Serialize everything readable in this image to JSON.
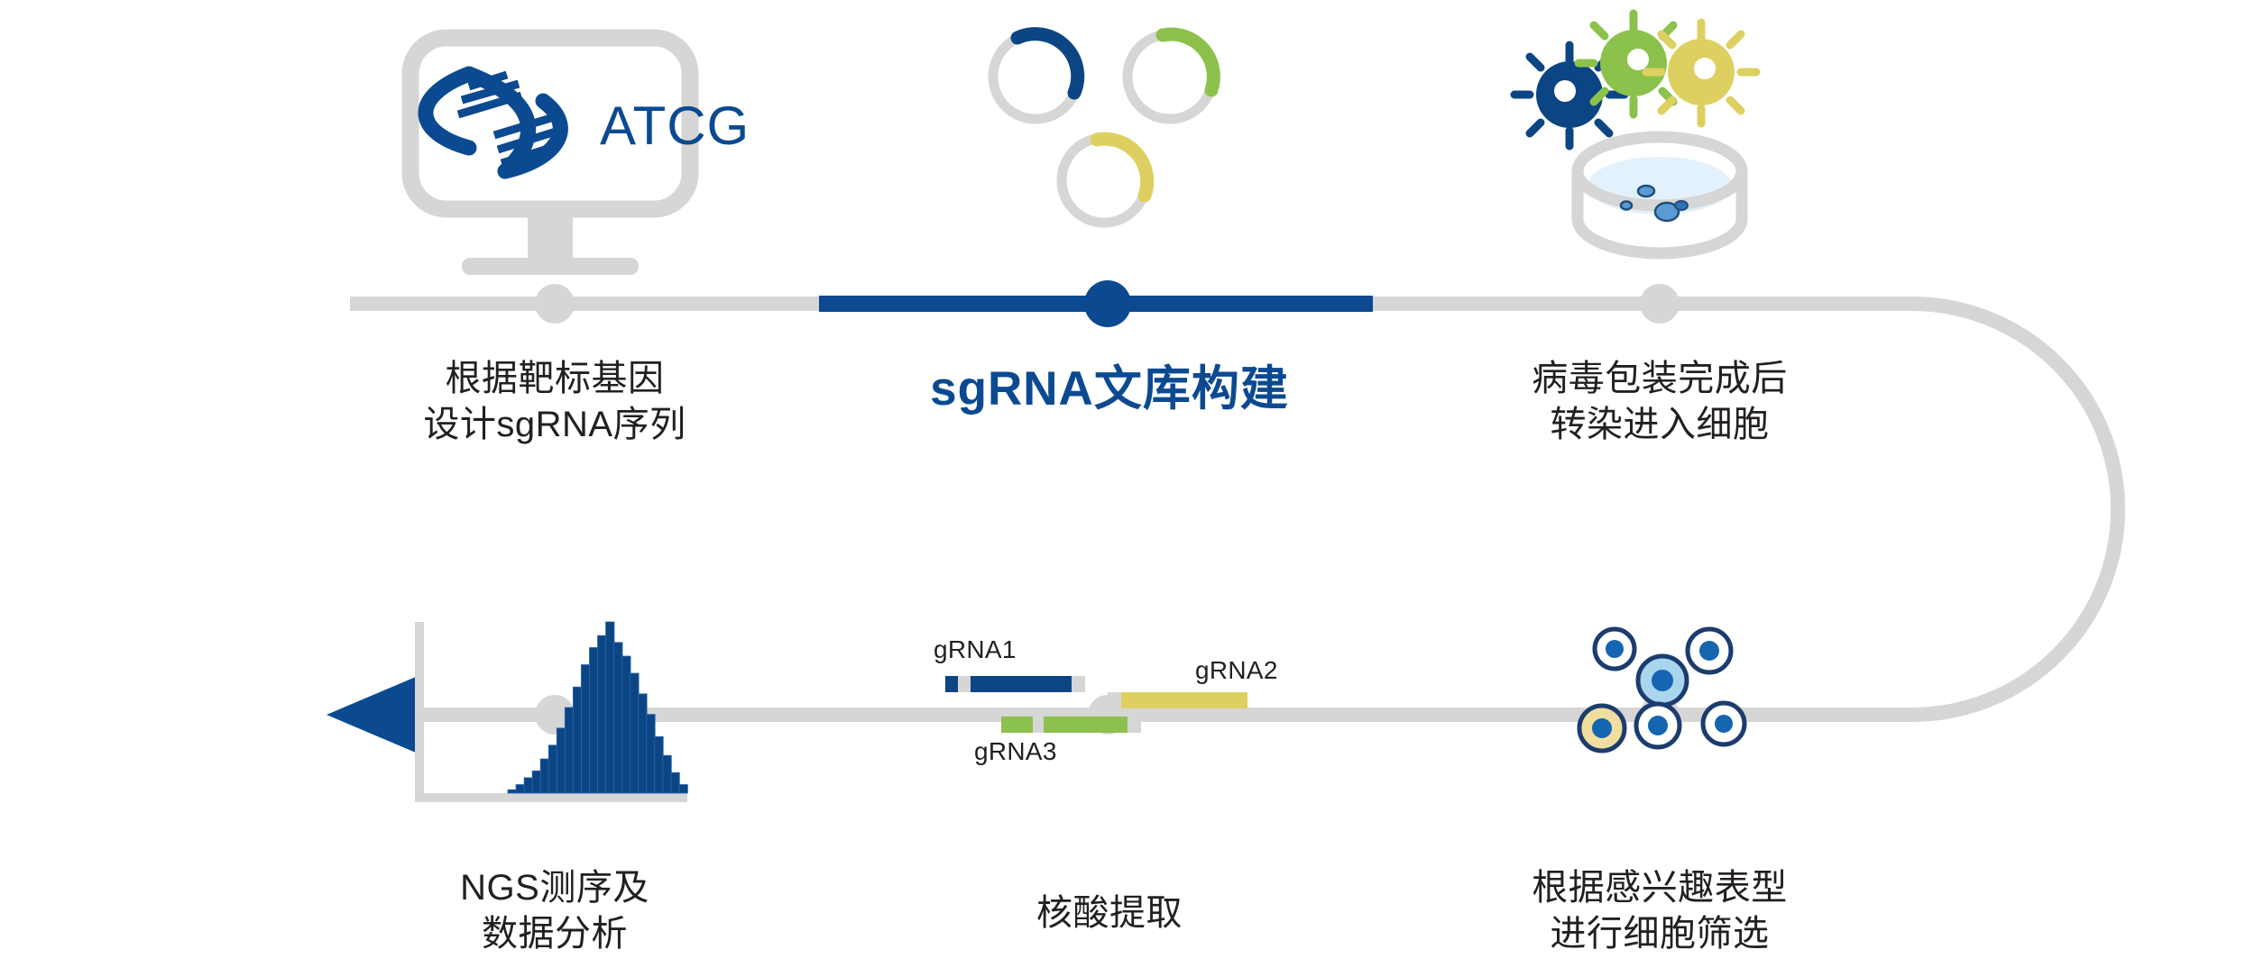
{
  "diagram": {
    "title": "CRISPR sgRNA library screening workflow",
    "colors": {
      "brand_blue": "#0b4a91",
      "dark_blue": "#0c4583",
      "green": "#8cc14c",
      "yellow": "#ddd061",
      "light_blue_fill": "#a9d5ef",
      "pale_blue_fill": "#e2f1fb",
      "track_gray": "#d6d6d6",
      "text_dark": "#231f20",
      "yellow_cell": "#f0dea0"
    },
    "track": {
      "gray_color": "#d6d6d6",
      "active_color": "#0b4a91",
      "thickness": 16
    },
    "steps_top": [
      {
        "id": "step1",
        "label": "根据靶标基因\n设计sgRNA序列",
        "active": false,
        "icon": "monitor-dna-icon",
        "icon_text": "ATCG"
      },
      {
        "id": "step2",
        "label": "sgRNA文库构建",
        "active": true,
        "icon": "plasmid-icon"
      },
      {
        "id": "step3",
        "label": "病毒包装完成后\n转染进入细胞",
        "active": false,
        "icon": "virus-petri-icon"
      }
    ],
    "steps_bottom": [
      {
        "id": "step6",
        "label": "NGS测序及\n数据分析",
        "active": false,
        "icon": "histogram-icon"
      },
      {
        "id": "step5",
        "label": "核酸提取",
        "active": false,
        "icon": "grna-alignment-icon"
      },
      {
        "id": "step4",
        "label": "根据感兴趣表型\n进行细胞筛选",
        "active": false,
        "icon": "cell-screening-icon"
      }
    ],
    "grna_labels": [
      {
        "id": "grna1",
        "text": "gRNA1",
        "color": "#0c4583"
      },
      {
        "id": "grna2",
        "text": "gRNA2",
        "color": "#ddd061"
      },
      {
        "id": "grna3",
        "text": "gRNA3",
        "color": "#8cc14c"
      }
    ],
    "plasmids": [
      {
        "id": "plasmid-blue",
        "color": "#0c4583"
      },
      {
        "id": "plasmid-green",
        "color": "#8cc14c"
      },
      {
        "id": "plasmid-yellow",
        "color": "#ddd061"
      }
    ],
    "viruses": [
      {
        "id": "virus-blue",
        "color": "#0c4583"
      },
      {
        "id": "virus-green",
        "color": "#8cc14c"
      },
      {
        "id": "virus-yellow",
        "color": "#ddd061"
      }
    ],
    "cells": [
      {
        "id": "cell-1",
        "fill": "#ffffff"
      },
      {
        "id": "cell-2",
        "fill": "#ffffff"
      },
      {
        "id": "cell-3",
        "fill": "#a9d5ef"
      },
      {
        "id": "cell-4",
        "fill": "#f0dea0"
      },
      {
        "id": "cell-5",
        "fill": "#ffffff"
      },
      {
        "id": "cell-6",
        "fill": "#ffffff"
      }
    ]
  },
  "chart_data": {
    "type": "bar",
    "title": "",
    "xlabel": "",
    "ylabel": "",
    "categories": [
      "1",
      "2",
      "3",
      "4",
      "5",
      "6",
      "7",
      "8",
      "9",
      "10",
      "11",
      "12",
      "13",
      "14",
      "15",
      "16",
      "17",
      "18",
      "19",
      "20",
      "21",
      "22"
    ],
    "values": [
      2,
      5,
      9,
      13,
      20,
      28,
      38,
      50,
      62,
      75,
      85,
      92,
      100,
      88,
      80,
      70,
      58,
      46,
      33,
      22,
      12,
      5
    ],
    "ylim": [
      0,
      100
    ],
    "grid": false,
    "legend": null,
    "color": "#0c4583"
  }
}
